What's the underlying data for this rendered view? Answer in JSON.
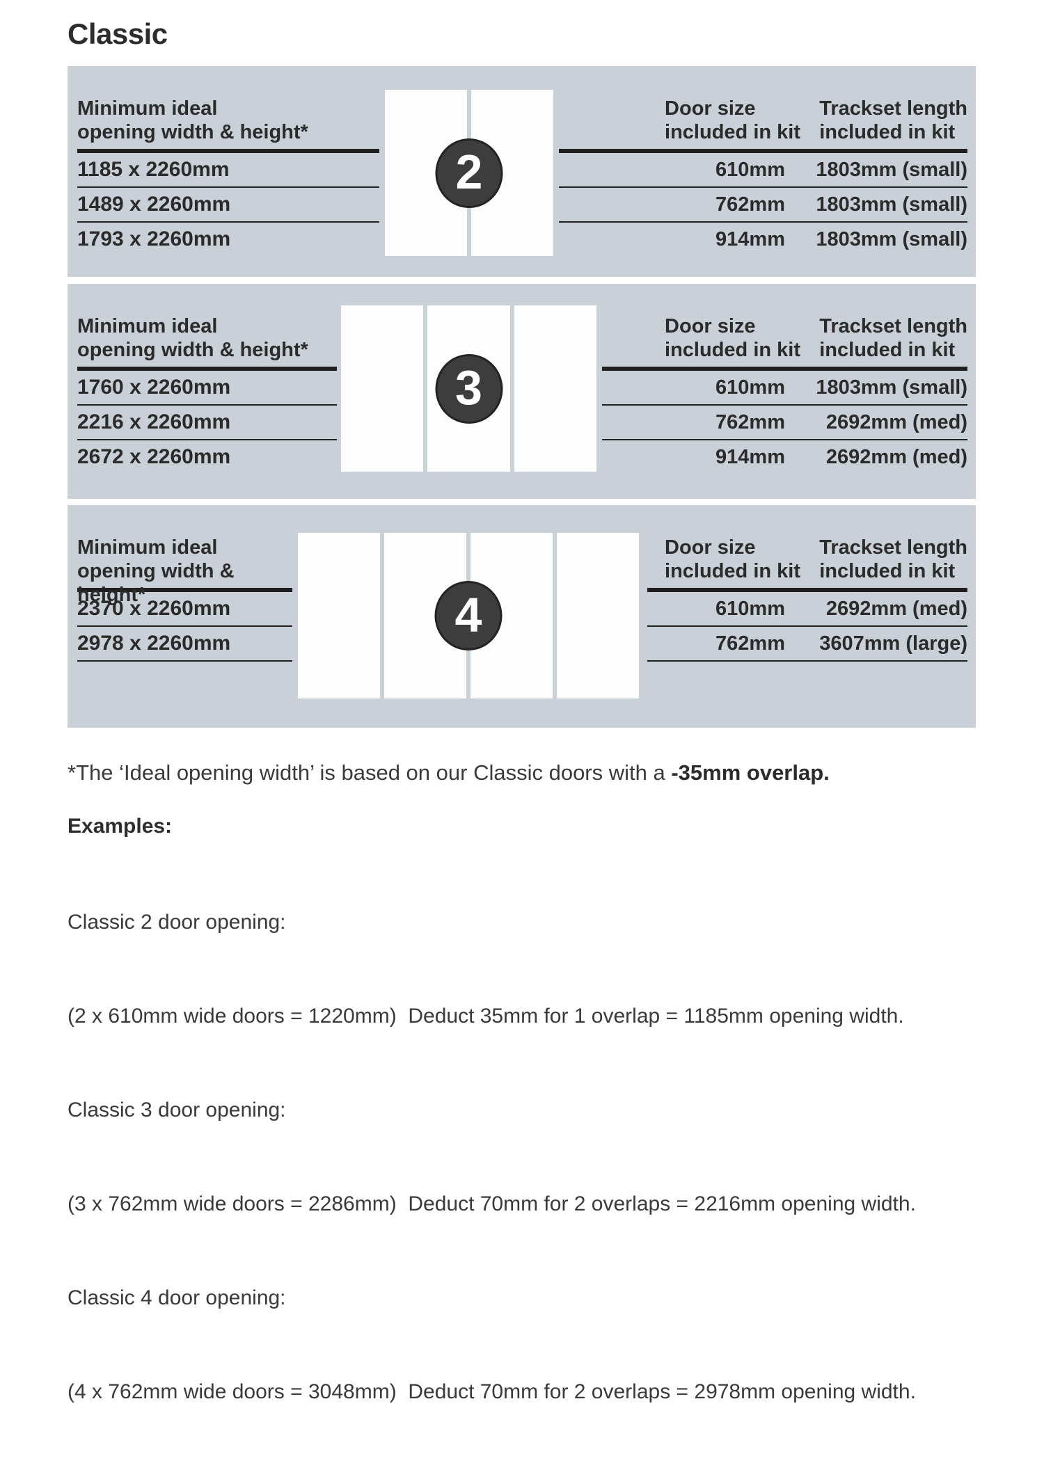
{
  "title": "Classic",
  "colors": {
    "panel_bg": "#c9d0d7",
    "text_dark": "#2b2b2b",
    "rule": "#1f1f1f",
    "door_white": "#fdfdfd",
    "badge_bg": "#3d3d3d",
    "badge_text": "#ffffff"
  },
  "headers": {
    "opening_line1": "Minimum ideal",
    "opening_line2": "opening width & height*",
    "door_size_line1": "Door size",
    "door_size_line2": "included in kit",
    "trackset_line1": "Trackset length",
    "trackset_line2": "included in kit"
  },
  "panels": [
    {
      "door_count": "2",
      "openings": [
        "1185 x 2260mm",
        "1489 x 2260mm",
        "1793 x 2260mm"
      ],
      "rows": [
        {
          "door_size": "610mm",
          "trackset": "1803mm (small)"
        },
        {
          "door_size": "762mm",
          "trackset": "1803mm (small)"
        },
        {
          "door_size": "914mm",
          "trackset": "1803mm (small)"
        }
      ]
    },
    {
      "door_count": "3",
      "openings": [
        "1760 x 2260mm",
        "2216 x 2260mm",
        "2672 x 2260mm"
      ],
      "rows": [
        {
          "door_size": "610mm",
          "trackset": "1803mm (small)"
        },
        {
          "door_size": "762mm",
          "trackset": "2692mm (med)"
        },
        {
          "door_size": "914mm",
          "trackset": "2692mm (med)"
        }
      ]
    },
    {
      "door_count": "4",
      "openings": [
        "2370 x 2260mm",
        "2978 x 2260mm"
      ],
      "rows": [
        {
          "door_size": "610mm",
          "trackset": "2692mm (med)"
        },
        {
          "door_size": "762mm",
          "trackset": "3607mm (large)"
        }
      ]
    }
  ],
  "footnote": {
    "text": "*The ‘Ideal opening width’ is based on our Classic doors with a ",
    "bold": "-35mm overlap."
  },
  "examples": {
    "heading": "Examples:",
    "lines": [
      "Classic 2 door opening:",
      "(2 x 610mm wide doors = 1220mm)  Deduct 35mm for 1 overlap = 1185mm opening width.",
      "Classic 3 door opening:",
      "(3 x 762mm wide doors = 2286mm)  Deduct 70mm for 2 overlaps = 2216mm opening width.",
      "Classic 4 door opening:",
      "(4 x 762mm wide doors = 3048mm)  Deduct 70mm for 2 overlaps = 2978mm opening width."
    ]
  }
}
